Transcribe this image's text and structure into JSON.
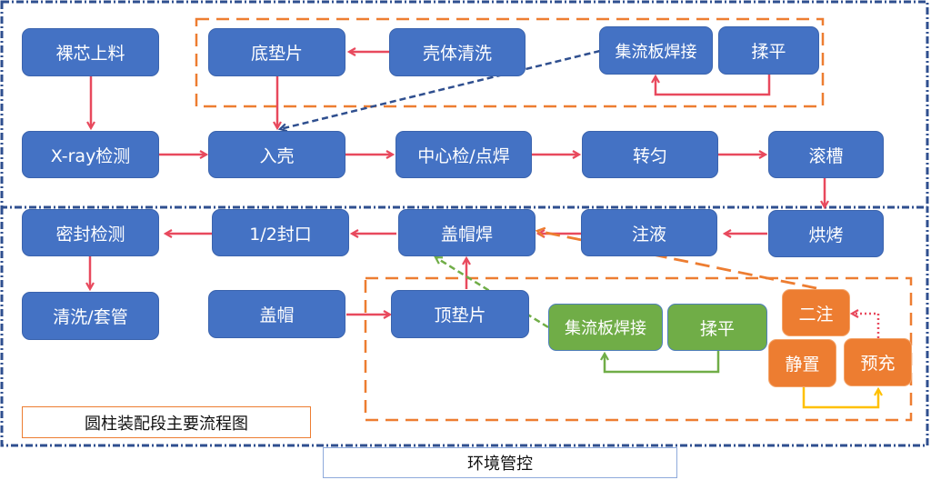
{
  "nodes": {
    "bare_cell_loading": "裸芯上料",
    "bottom_pad": "底垫片",
    "case_cleaning": "壳体清洗",
    "tab_welding_top": "集流板焊接",
    "flattening_top": "揉平",
    "xray_inspection": "X-ray检测",
    "insert_case": "入壳",
    "center_check_spot_weld": "中心检/点焊",
    "transfer": "转匀",
    "grooving": "滚槽",
    "seal_inspection": "密封检测",
    "half_sealing": "1/2封口",
    "cap_welding": "盖帽焊",
    "electrolyte_injection": "注液",
    "baking": "烘烤",
    "cleaning_sleeving": "清洗/套管",
    "cap": "盖帽",
    "top_pad": "顶垫片",
    "tab_welding_bottom": "集流板焊接",
    "flattening_bottom": "揉平",
    "second_injection": "二注",
    "standing": "静置",
    "pre_charge": "预充"
  },
  "captions": {
    "title": "圆柱装配段主要流程图",
    "environment": "环境管控"
  },
  "colors": {
    "process_blue": "#4472c4",
    "arrow_red": "#e8495d",
    "group_orange": "#ed7d31",
    "sub_green": "#70ad47",
    "frame_navy": "#2f4f8f",
    "yellow_arrow": "#ffc000"
  }
}
